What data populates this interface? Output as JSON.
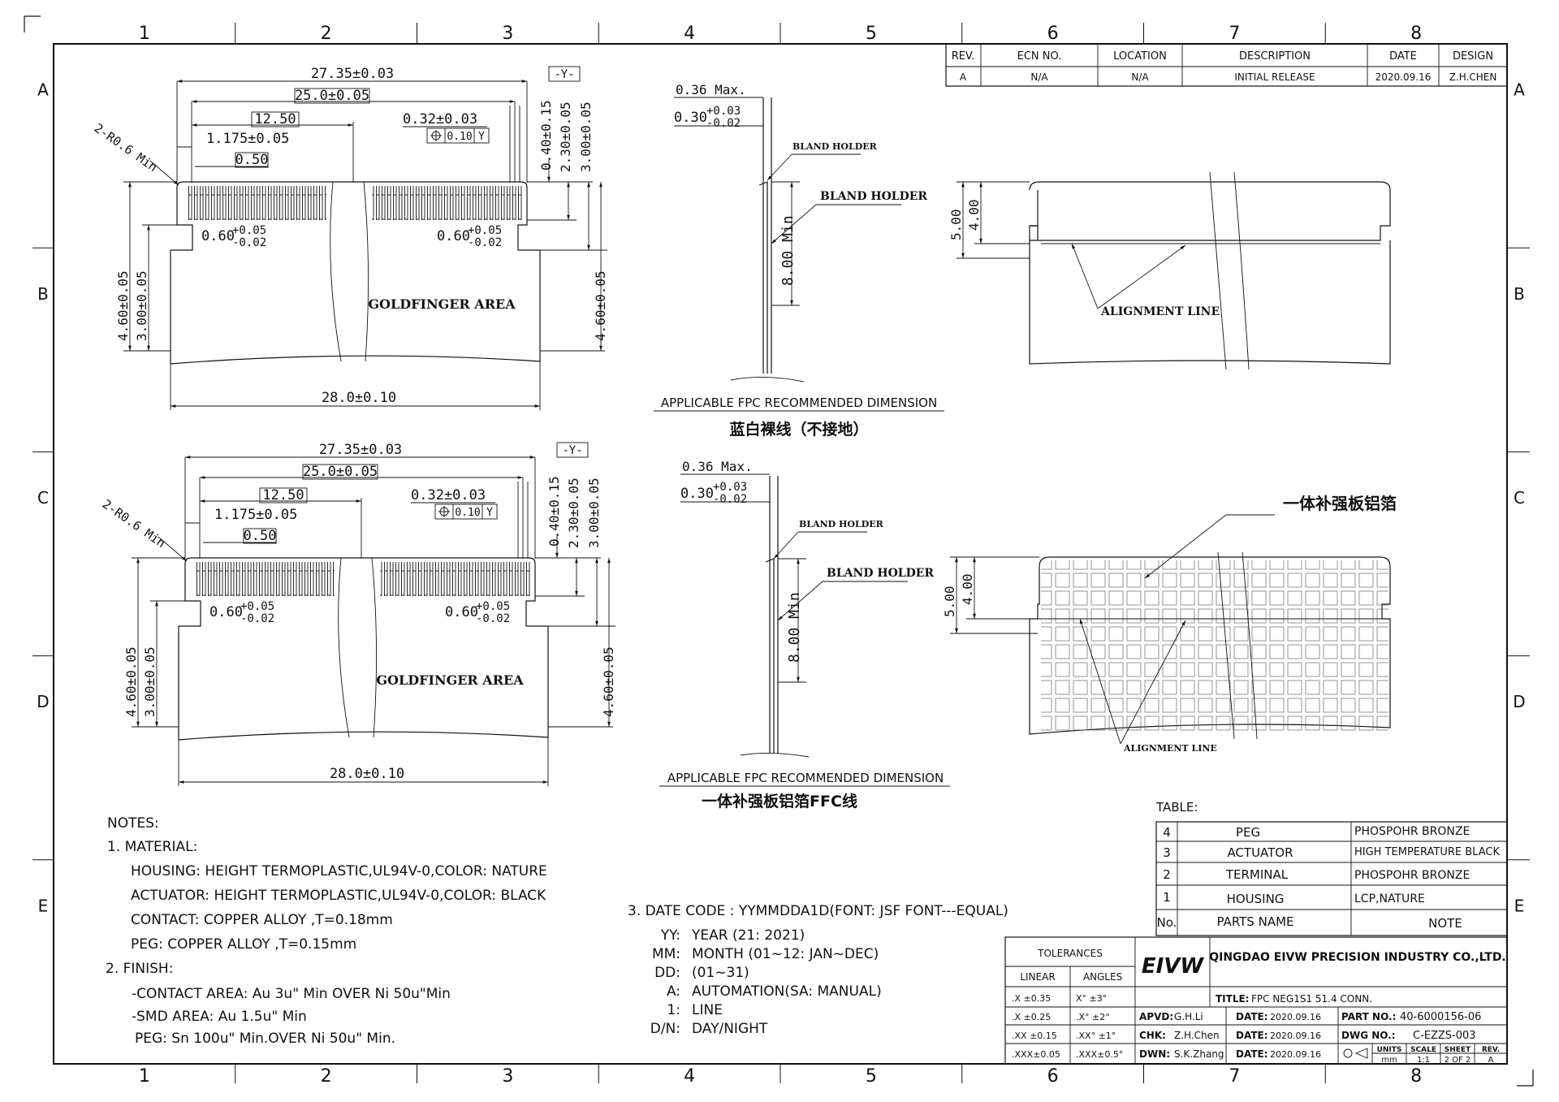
{
  "border": {
    "columns": [
      "1",
      "2",
      "3",
      "4",
      "5",
      "6",
      "7",
      "8"
    ],
    "rows": [
      "A",
      "B",
      "C",
      "D",
      "E"
    ]
  },
  "revision": {
    "headers": [
      "REV.",
      "ECN NO.",
      "LOCATION",
      "DESCRIPTION",
      "DATE",
      "DESIGN"
    ],
    "row": [
      "A",
      "N/A",
      "N/A",
      "INITIAL RELEASE",
      "2020.09.16",
      "Z.H.CHEN"
    ]
  },
  "view_top": {
    "dims": {
      "overall": "27.35±0.03",
      "pitch_total": "25.0±0.05",
      "half": "12.50",
      "first": "1.175±0.05",
      "pitch": "0.50",
      "finger": "0.32±0.03",
      "position_tol": "0.10",
      "datum_ref": "Y",
      "datum": "-Y-",
      "radius": "2-R0.6 Min",
      "vert1": "0.40±0.15",
      "vert2": "2.30±0.05",
      "vert3": "3.00±0.05",
      "notch_l_base": "0.60",
      "notch_l_up": "+0.05",
      "notch_l_dn": "-0.02",
      "notch_r_base": "0.60",
      "notch_r_up": "+0.05",
      "notch_r_dn": "-0.02",
      "left1": "4.60±0.05",
      "left2": "3.00±0.05",
      "right1": "4.60±0.05",
      "width": "28.0±0.10"
    },
    "area_label": "GOLDFINGER AREA"
  },
  "side_top": {
    "max_thk": "0.36 Max.",
    "thk_base": "0.30",
    "thk_up": "+0.03",
    "thk_dn": "-0.02",
    "holder1": "BLAND HOLDER",
    "holder2": "BLAND HOLDER",
    "length": "8.00 Min",
    "caption": "APPLICABLE FPC RECOMMENDED DIMENSION",
    "subcaption": "蓝白裸线（不接地）"
  },
  "iso_top": {
    "dim_outer": "5.00",
    "dim_inner": "4.00",
    "label": "ALIGNMENT LINE"
  },
  "view_bottom": {
    "dims": {
      "overall": "27.35±0.03",
      "pitch_total": "25.0±0.05",
      "half": "12.50",
      "first": "1.175±0.05",
      "pitch": "0.50",
      "finger": "0.32±0.03",
      "position_tol": "0.10",
      "datum_ref": "Y",
      "datum": "-Y-",
      "radius": "2-R0.6 Min",
      "vert1": "0.40±0.15",
      "vert2": "2.30±0.05",
      "vert3": "3.00±0.05",
      "notch_l_base": "0.60",
      "notch_l_up": "+0.05",
      "notch_l_dn": "-0.02",
      "notch_r_base": "0.60",
      "notch_r_up": "+0.05",
      "notch_r_dn": "-0.02",
      "left1": "4.60±0.05",
      "left2": "3.00±0.05",
      "right1": "4.60±0.05",
      "width": "28.0±0.10"
    },
    "area_label": "GOLDFINGER AREA"
  },
  "side_bottom": {
    "max_thk": "0.36 Max.",
    "thk_base": "0.30",
    "thk_up": "+0.03",
    "thk_dn": "-0.02",
    "holder1": "BLAND HOLDER",
    "holder2": "BLAND HOLDER",
    "length": "8.00 Min",
    "caption": "APPLICABLE FPC RECOMMENDED DIMENSION",
    "subcaption": "一体补强板铝箔FFC线"
  },
  "iso_bottom": {
    "callout": "一体补强板铝箔",
    "dim_outer": "5.00",
    "dim_inner": "4.00",
    "label": "ALIGNMENT LINE"
  },
  "notes": {
    "title": "NOTES:",
    "lines": [
      "1. MATERIAL:",
      "HOUSING: HEIGHT  TERMOPLASTIC,UL94V-0,COLOR: NATURE",
      "ACTUATOR: HEIGHT  TERMOPLASTIC,UL94V-0,COLOR: BLACK",
      "CONTACT: COPPER  ALLOY  ,T=0.18mm",
      "PEG: COPPER  ALLOY  ,T=0.15mm",
      "2. FINISH:",
      "-CONTACT  AREA: Au  3u\"  Min  OVER  Ni  50u\"Min",
      "-SMD  AREA: Au  1.5u\"  Min",
      "PEG: Sn  100u\"  Min.OVER  Ni  50u\"  Min."
    ]
  },
  "date_code": {
    "title": "3.  DATE  CODE  :  YYMMDDA1D(FONT:  JSF  FONT---EQUAL)",
    "keys": [
      "YY:",
      "MM:",
      "DD:",
      "A:",
      "1:",
      "D/N:"
    ],
    "values": [
      "YEAR  (21:  2021)",
      "MONTH  (01~12:  JAN~DEC)",
      "(01~31)",
      "AUTOMATION(SA: MANUAL)",
      "LINE",
      "DAY/NIGHT"
    ]
  },
  "parts_table": {
    "title": "TABLE:",
    "rows": [
      {
        "no": "4",
        "name": "PEG",
        "note": "PHOSPOHR  BRONZE"
      },
      {
        "no": "3",
        "name": "ACTUATOR",
        "note": "HIGH  TEMPERATURE BLACK"
      },
      {
        "no": "2",
        "name": "TERMINAL",
        "note": "PHOSPOHR  BRONZE"
      },
      {
        "no": "1",
        "name": "HOUSING",
        "note": "LCP,NATURE"
      }
    ],
    "header": {
      "no": "No.",
      "name": "PARTS  NAME",
      "note": "NOTE"
    }
  },
  "title_block": {
    "tolerances": "TOLERANCES",
    "linear": "LINEAR",
    "angles": "ANGLES",
    "lin": [
      ".X   ±0.35",
      ".X   ±0.25",
      ".XX  ±0.15",
      ".XXX±0.05"
    ],
    "ang": [
      "X°   ±3°",
      ".X°  ±2°",
      ".XX° ±1°",
      ".XXX±0.5°"
    ],
    "logo": "EIVW",
    "company": "QINGDAO EIVW PRECISION INDUSTRY CO.,LTD.",
    "title_label": "TITLE:",
    "title_value": "FPC  NEG1S1  51.4  CONN.",
    "apvd_label": "APVD:",
    "apvd": "G.H.Li",
    "chk_label": "CHK:",
    "chk": "Z.H.Chen",
    "dwn_label": "DWN:",
    "dwn": "S.K.Zhang",
    "date_label": "DATE:",
    "date": "2020.09.16",
    "part_label": "PART NO.:",
    "part": "40-6000156-06",
    "dwg_label": "DWG NO.:",
    "dwg": "C-EZZS-003",
    "units": "UNITS",
    "units_val": "mm",
    "scale": "SCALE",
    "scale_val": "1:1",
    "sheet": "SHEET",
    "sheet_val": "2 OF 2",
    "rev": "REV.",
    "rev_val": "A"
  }
}
